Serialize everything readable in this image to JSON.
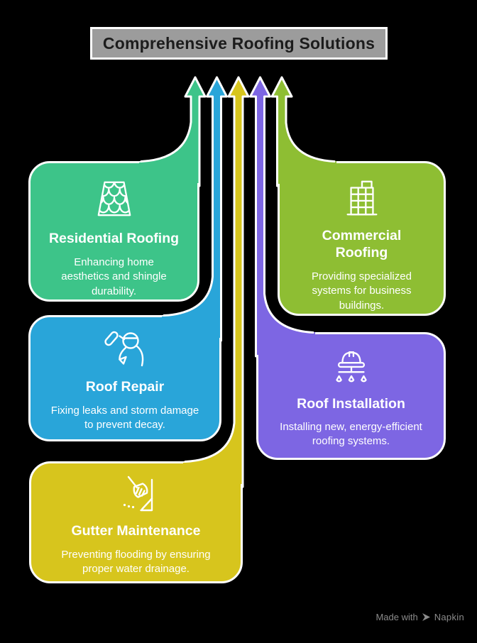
{
  "header": {
    "title": "Comprehensive Roofing Solutions",
    "bg": "#9c9c9c",
    "text_color": "#1c1c1c"
  },
  "cards": [
    {
      "title": "Residential Roofing",
      "description": "Enhancing home aesthetics and shingle durability.",
      "color": "#3dc489",
      "icon": "shingle-roof-icon"
    },
    {
      "title": "Roof Repair",
      "description": "Fixing leaks and storm damage to prevent decay.",
      "color": "#29a5d9",
      "icon": "roof-worker-icon"
    },
    {
      "title": "Gutter Maintenance",
      "description": "Preventing flooding by ensuring proper water drainage.",
      "color": "#d7c51d",
      "icon": "gutter-broom-icon"
    },
    {
      "title": "Commercial Roofing",
      "description": "Providing specialized systems for business buildings.",
      "color": "#8ebe33",
      "icon": "office-building-icon"
    },
    {
      "title": "Roof Installation",
      "description": "Installing new, energy-efficient roofing systems.",
      "color": "#7d66e3",
      "icon": "hardhat-drops-icon"
    }
  ],
  "watermark": {
    "prefix": "Made with",
    "brand": "Napkin"
  }
}
